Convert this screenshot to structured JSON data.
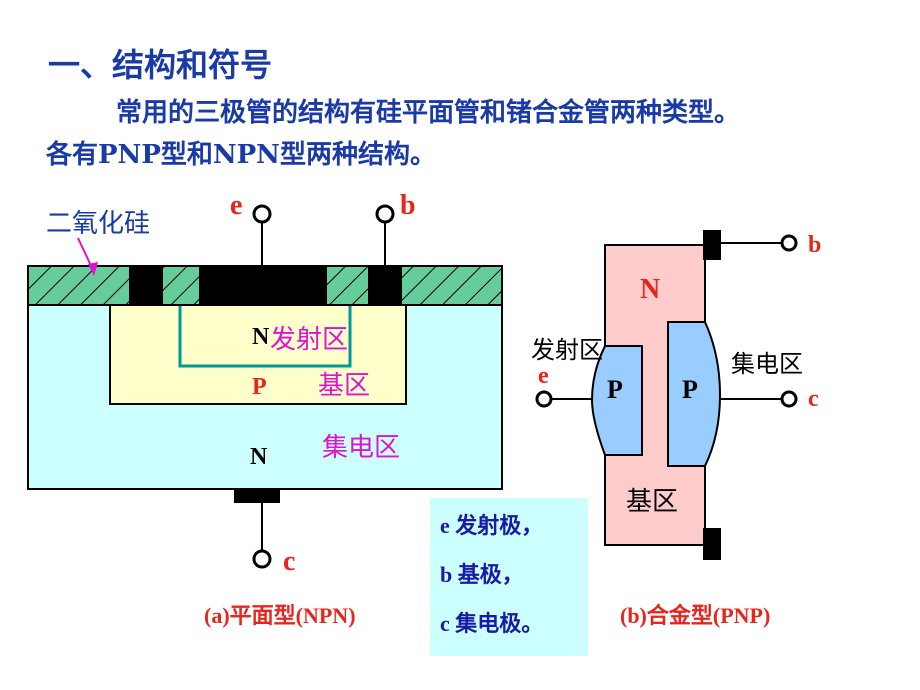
{
  "heading": "一、结构和符号",
  "paragraph_line1": "常用的三极管的结构有硅平面管和锗合金管两种类型。",
  "paragraph_line2": "各有PNP型和NPN型两种结构。",
  "planar": {
    "oxide_label": "二氧化硅",
    "terminal_e": "e",
    "terminal_b": "b",
    "terminal_c": "c",
    "region_n_top": "N",
    "emitter_label": "发射区",
    "region_p": "P",
    "base_label": "基区",
    "region_n_bottom": "N",
    "collector_label": "集电区",
    "caption": "(a)平面型(NPN)"
  },
  "alloy": {
    "terminal_b": "b",
    "terminal_e": "e",
    "terminal_c": "c",
    "region_n": "N",
    "emitter_label": "发射区",
    "collector_label": "集电区",
    "region_p_left": "P",
    "region_p_right": "P",
    "base_label": "基区",
    "caption": "(b)合金型(PNP)"
  },
  "legend": {
    "item_e": "e 发射极，",
    "item_b": "b  基极，",
    "item_c": "c 集电极。"
  },
  "colors": {
    "title_blue": "#1a3aa8",
    "terminal_red": "#e8241c",
    "region_label_magenta": "#e011cf",
    "collector_fill": "#ccffff",
    "base_fill": "#ffffcc",
    "oxide_fill": "#66cc99",
    "alloy_n_fill": "#ffcccc",
    "alloy_p_fill": "#99ccff"
  }
}
